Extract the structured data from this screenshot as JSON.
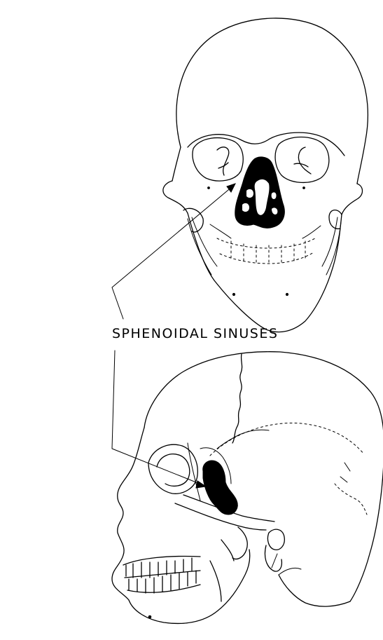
{
  "figure": {
    "label": "SPHENOIDAL SINUSES",
    "colors": {
      "ink": "#000000",
      "background": "#ffffff"
    },
    "elements": [
      "frontal-view-skull",
      "lateral-view-skull",
      "sphenoidal-sinus-frontal",
      "sphenoidal-sinus-lateral",
      "leader-lines"
    ]
  }
}
